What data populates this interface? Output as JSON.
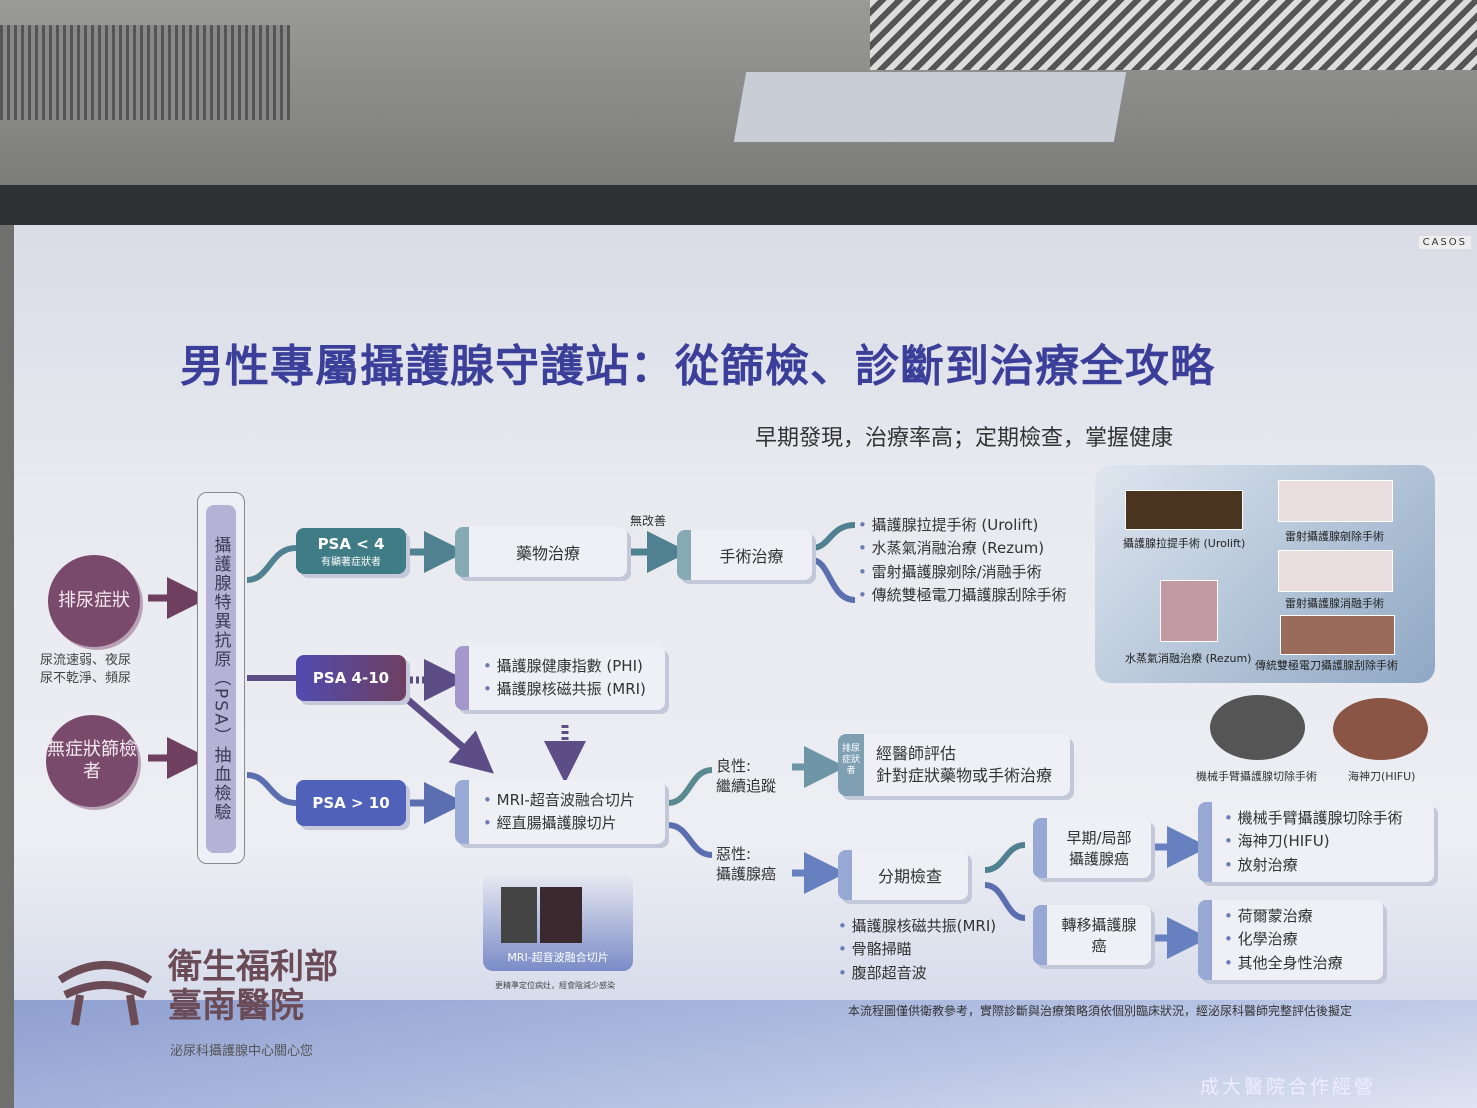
{
  "screen_brand": "CASOS",
  "title": "男性專屬攝護腺守護站：從篩檢、診斷到治療全攻略",
  "subtitle": "早期發現，治療率高；定期檢查，掌握健康",
  "entry": [
    {
      "label": "排尿症狀",
      "note_lines": [
        "尿流速弱、夜尿",
        "尿不乾淨、頻尿"
      ]
    },
    {
      "label": "無症狀篩檢者"
    }
  ],
  "psa_test": "攝護腺特異抗原（PSA）抽血檢驗",
  "branches": {
    "low": {
      "label": "PSA < 4",
      "sub": "有顯著症狀者"
    },
    "mid": {
      "label": "PSA 4-10"
    },
    "high": {
      "label": "PSA > 10"
    }
  },
  "drug_treatment": "藥物治療",
  "no_improvement": "無改善",
  "surgery": "手術治療",
  "surgery_options": [
    "攝護腺拉提手術 (Urolift)",
    "水蒸氣消融治療 (Rezum)",
    "雷射攝護腺剜除/消融手術",
    "傳統雙極電刀攝護腺刮除手術"
  ],
  "mid_tests": [
    "攝護腺健康指數 (PHI)",
    "攝護腺核磁共振 (MRI)"
  ],
  "biopsy": [
    "MRI-超音波融合切片",
    "經直腸攝護腺切片"
  ],
  "benign": {
    "label": "良性:",
    "sub": "繼續追蹤",
    "tag": "排尿症狀者",
    "box_lines": [
      "經醫師評估",
      "針對症狀藥物或手術治療"
    ]
  },
  "malignant": {
    "label": "惡性:",
    "sub": "攝護腺癌"
  },
  "staging": "分期檢查",
  "staging_tests": [
    "攝護腺核磁共振(MRI)",
    "骨骼掃瞄",
    "腹部超音波"
  ],
  "early": {
    "label": "早期/局部攝護腺癌",
    "treatments": [
      "機械手臂攝護腺切除手術",
      "海神刀(HIFU)",
      "放射治療"
    ]
  },
  "metastatic": {
    "label": "轉移攝護腺癌",
    "treatments": [
      "荷爾蒙治療",
      "化學治療",
      "其他全身性治療"
    ]
  },
  "image_captions": {
    "urolift": "攝護腺拉提手術 (Urolift)",
    "laser_enuc": "雷射攝護腺剜除手術",
    "laser_vap": "雷射攝護腺消融手術",
    "rezum": "水蒸氣消融治療 (Rezum)",
    "turp": "傳統雙極電刀攝護腺刮除手術",
    "robot": "機械手臂攝護腺切除手術",
    "hifu": "海神刀(HIFU)",
    "fusion": "MRI-超音波融合切片",
    "fusion_note": "更精準定位病灶，經會陰減少感染"
  },
  "disclaimer": "本流程圖僅供衛教參考，實際診斷與治療策略須依個別臨床狀況，經泌尿科醫師完整評估後擬定",
  "hospital": {
    "line1": "衛生福利部",
    "line2": "臺南醫院",
    "tagline": "泌尿科攝護腺中心關心您",
    "partner": "成大醫院合作經營"
  }
}
